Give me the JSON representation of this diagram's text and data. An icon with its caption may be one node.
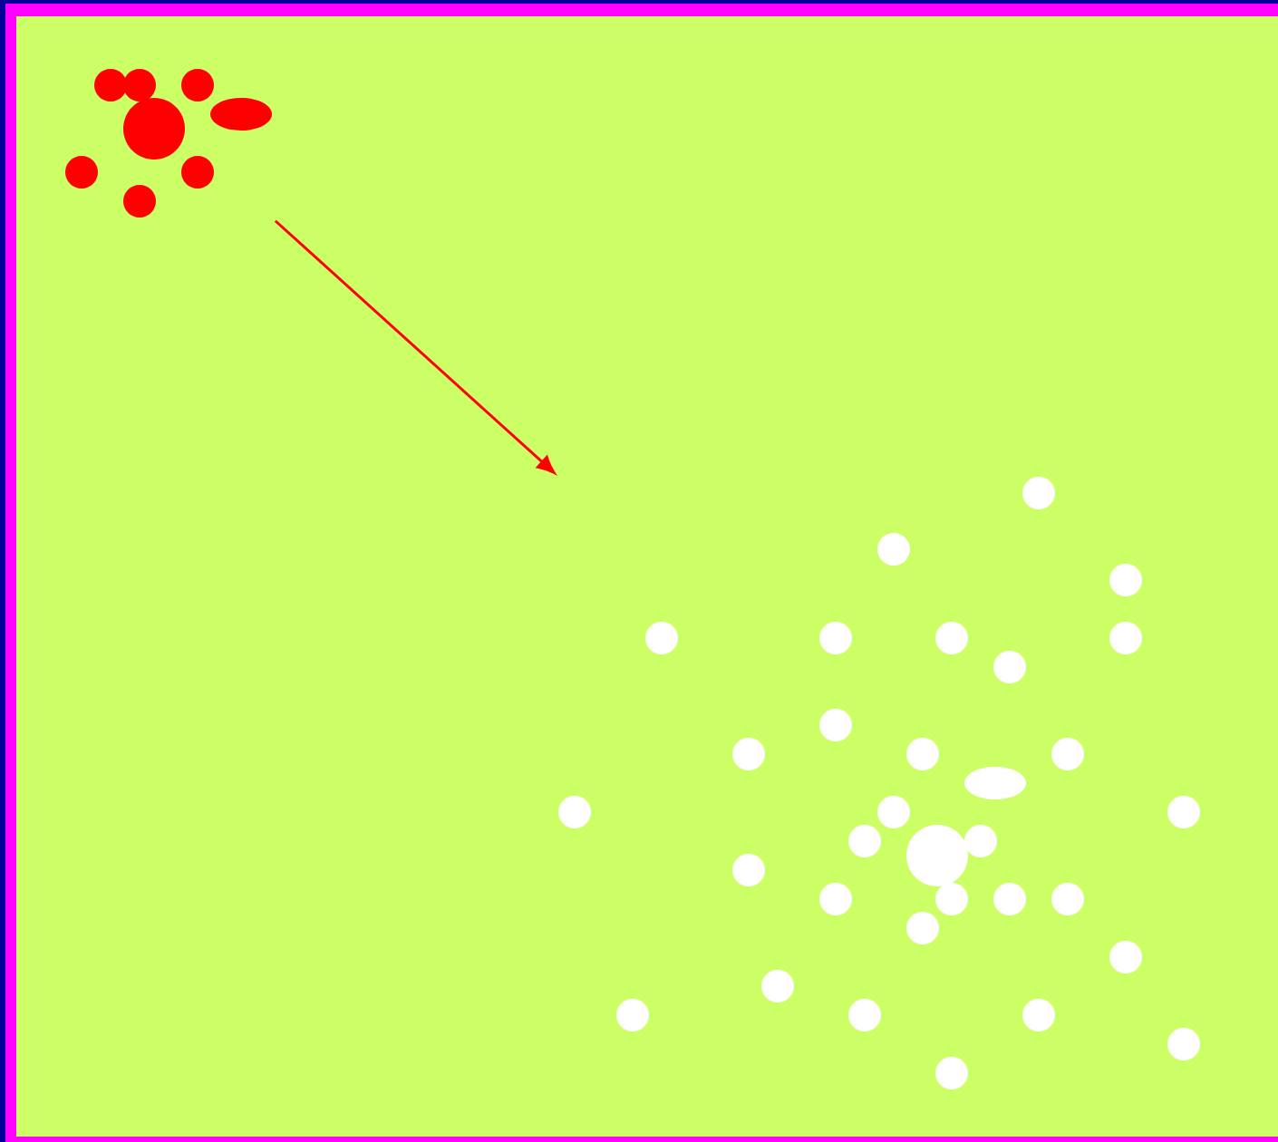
{
  "diagram": {
    "nodes": [
      {
        "text": [],
        "shape": "circle"
      },
      {
        "text": [],
        "shape": "circle"
      }
    ],
    "edges": [
      {
        "from": 0,
        "to": 1,
        "arrow": "to"
      }
    ]
  }
}
